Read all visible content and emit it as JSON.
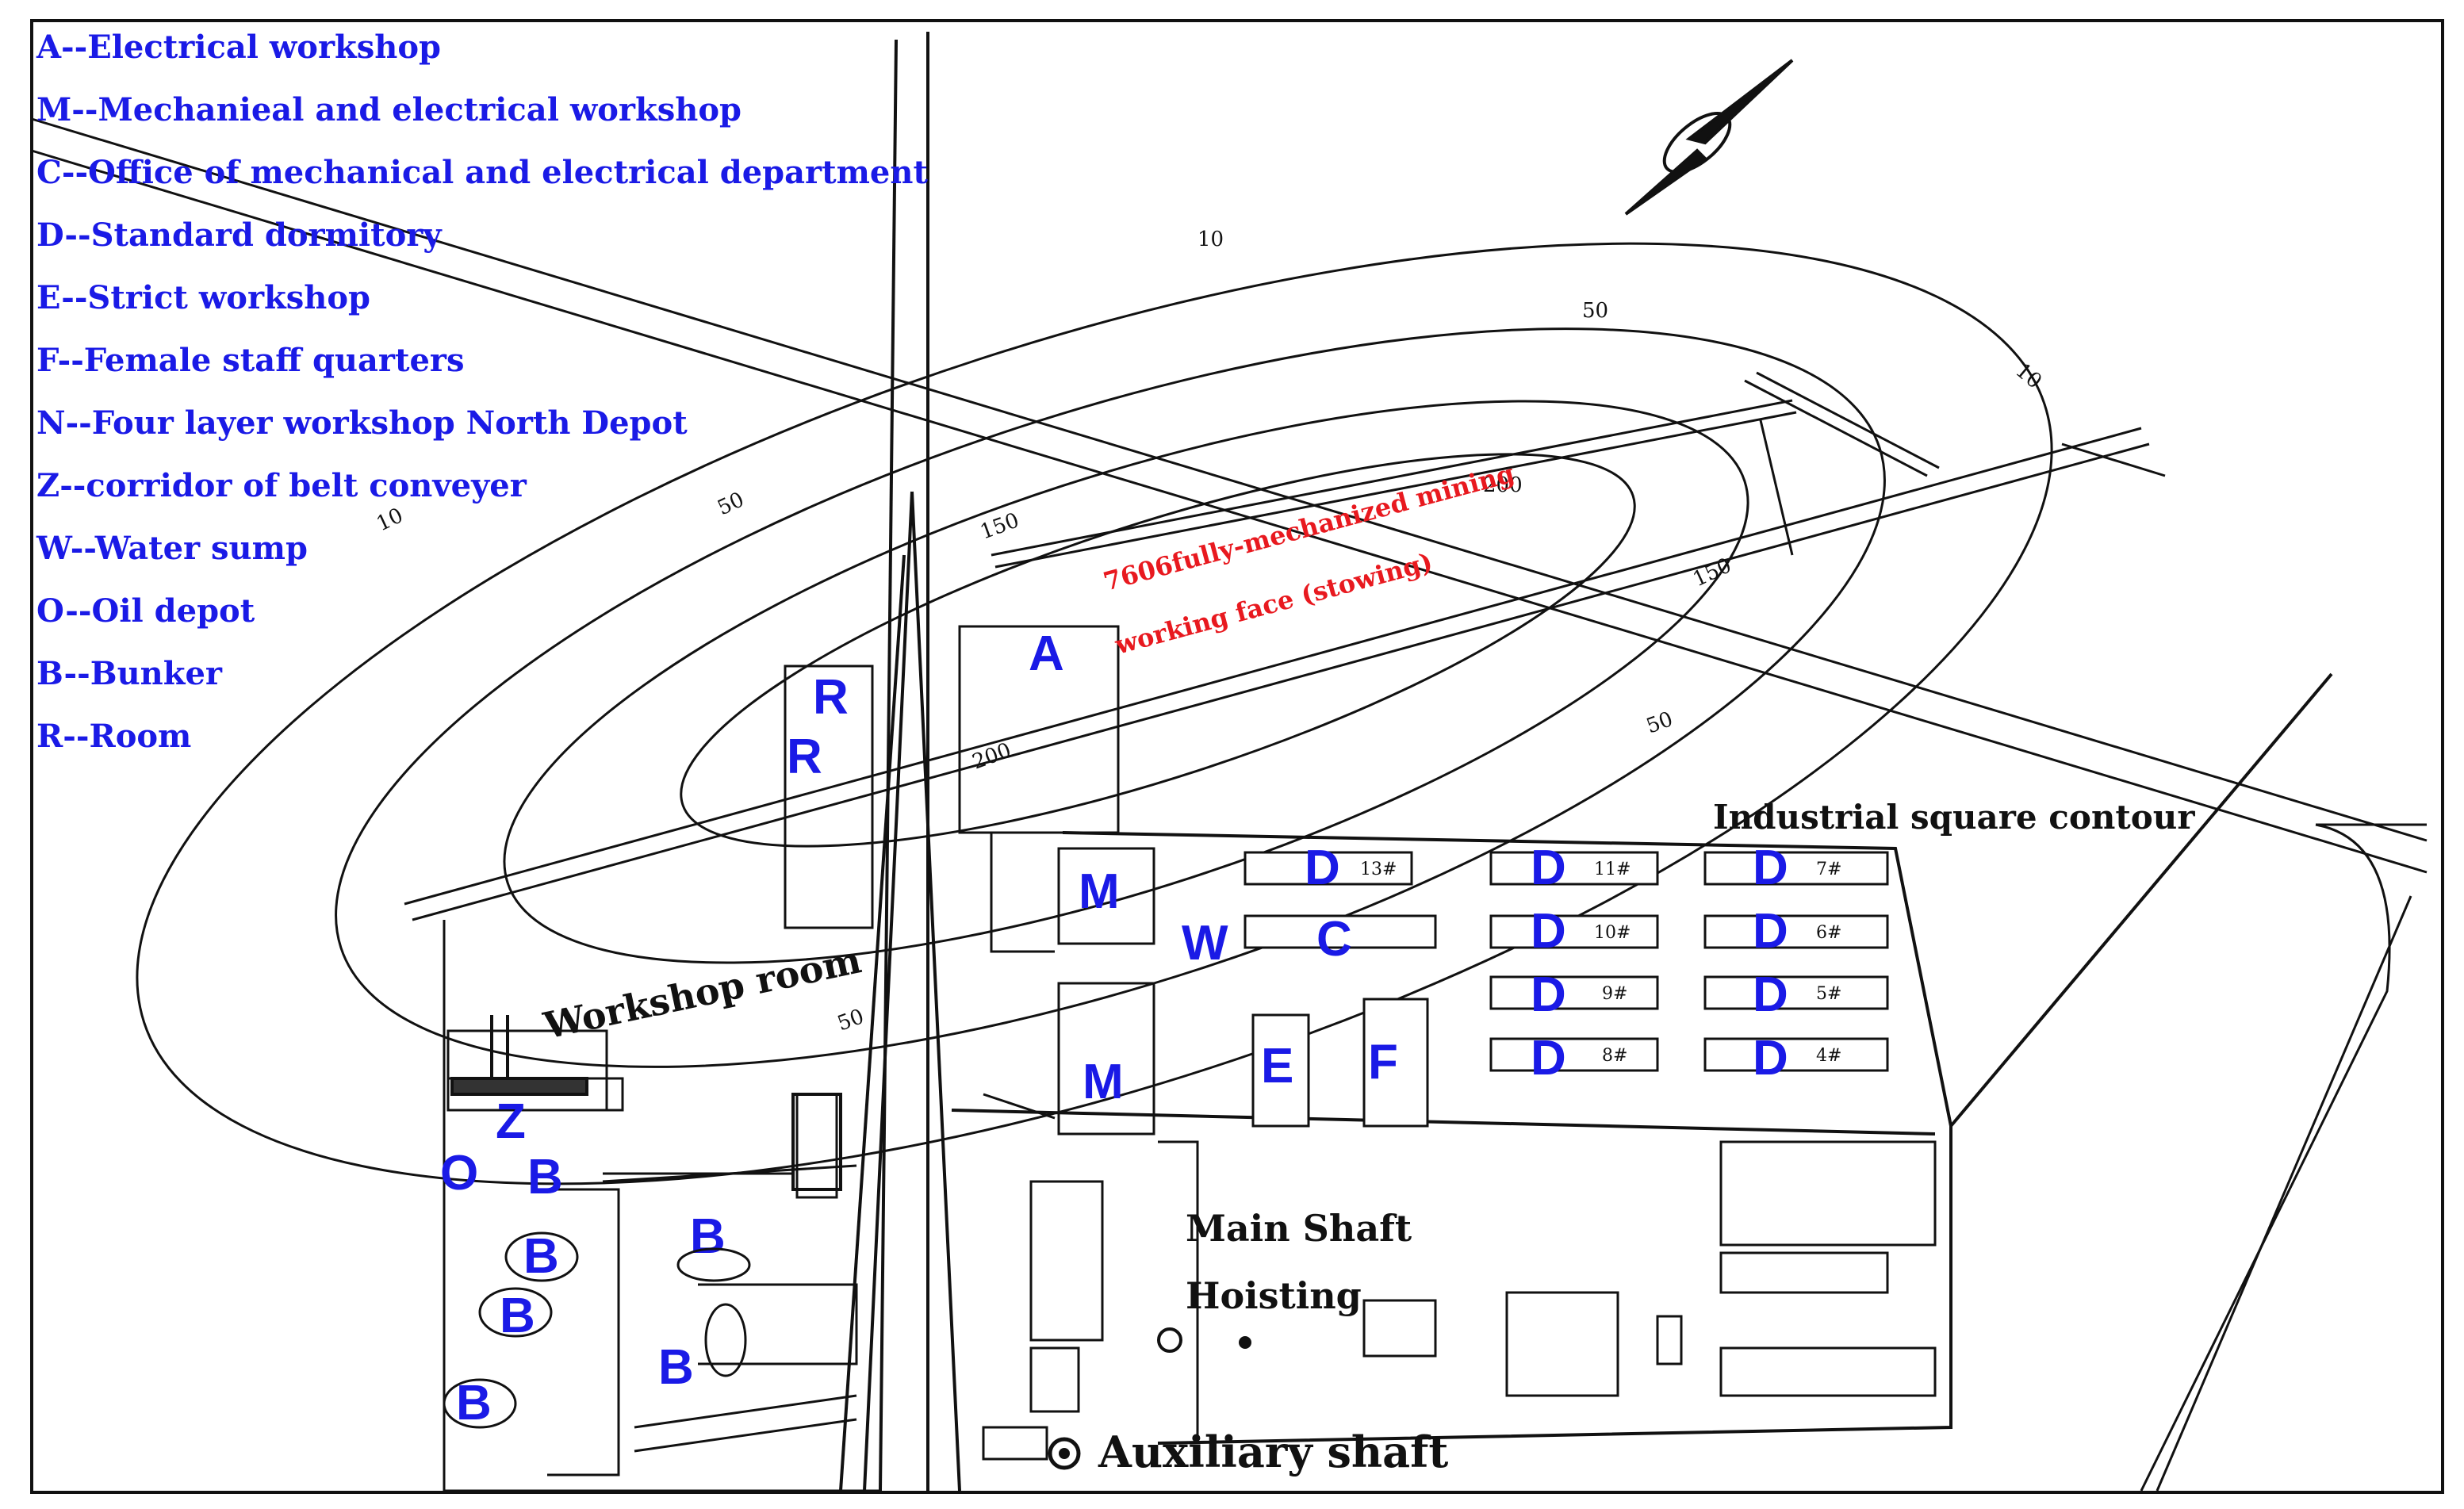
{
  "legend": [
    {
      "key": "A",
      "text": "A--Electrical workshop"
    },
    {
      "key": "M",
      "text": "M--Mechanieal and electrical workshop"
    },
    {
      "key": "C",
      "text": "C--Office of mechanical and electrical department"
    },
    {
      "key": "D",
      "text": "D--Standard dormitory"
    },
    {
      "key": "E",
      "text": "E--Strict workshop"
    },
    {
      "key": "F",
      "text": "F--Female staff quarters"
    },
    {
      "key": "N",
      "text": "N--Four layer workshop North Depot"
    },
    {
      "key": "Z",
      "text": "Z--corridor of belt conveyer"
    },
    {
      "key": "W",
      "text": "W--Water sump"
    },
    {
      "key": "O",
      "text": "O--Oil depot"
    },
    {
      "key": "B",
      "text": "B--Bunker"
    },
    {
      "key": "R",
      "text": "R--Room"
    }
  ],
  "working_face": {
    "line1": "7606fully-mechanized mining",
    "line2": "working face (stowing)",
    "color": "#e8191f"
  },
  "labels": {
    "industrial_square": "Industrial square contour",
    "workshop_room": "Workshop room",
    "main_shaft": "Main Shaft",
    "hoisting": "Hoisting",
    "auxiliary_shaft": "Auxiliary shaft"
  },
  "contours": {
    "c10_top": "10",
    "c10_left": "10",
    "c10_right": "10",
    "c50_top": "50",
    "c50_left": "50",
    "c50_right": "50",
    "c50_bottom": "50",
    "c150_left": "150",
    "c150_right": "150",
    "c200_top": "200",
    "c200_left": "200"
  },
  "building_letters": {
    "A": "A",
    "R1": "R",
    "R2": "R",
    "M1": "M",
    "M2": "M",
    "W": "W",
    "C": "C",
    "E": "E",
    "F": "F",
    "Z": "Z",
    "O": "O",
    "B1": "B",
    "B2": "B",
    "B3": "B",
    "B4": "B",
    "B5": "B",
    "B6": "B",
    "D13": "D",
    "D11": "D",
    "D7": "D",
    "D10": "D",
    "D6": "D",
    "D9": "D",
    "D5": "D",
    "D8": "D",
    "D4": "D"
  },
  "dorm_numbers": {
    "n13": "13#",
    "n11": "11#",
    "n7": "7#",
    "n10": "10#",
    "n6": "6#",
    "n9": "9#",
    "n5": "5#",
    "n8": "8#",
    "n4": "4#"
  },
  "colors": {
    "legend_blue": "#1a1ae6",
    "lines": "#111111",
    "highlight_red": "#e8191f"
  },
  "icons": {
    "north_arrow": "compass-north-arrow-icon"
  }
}
